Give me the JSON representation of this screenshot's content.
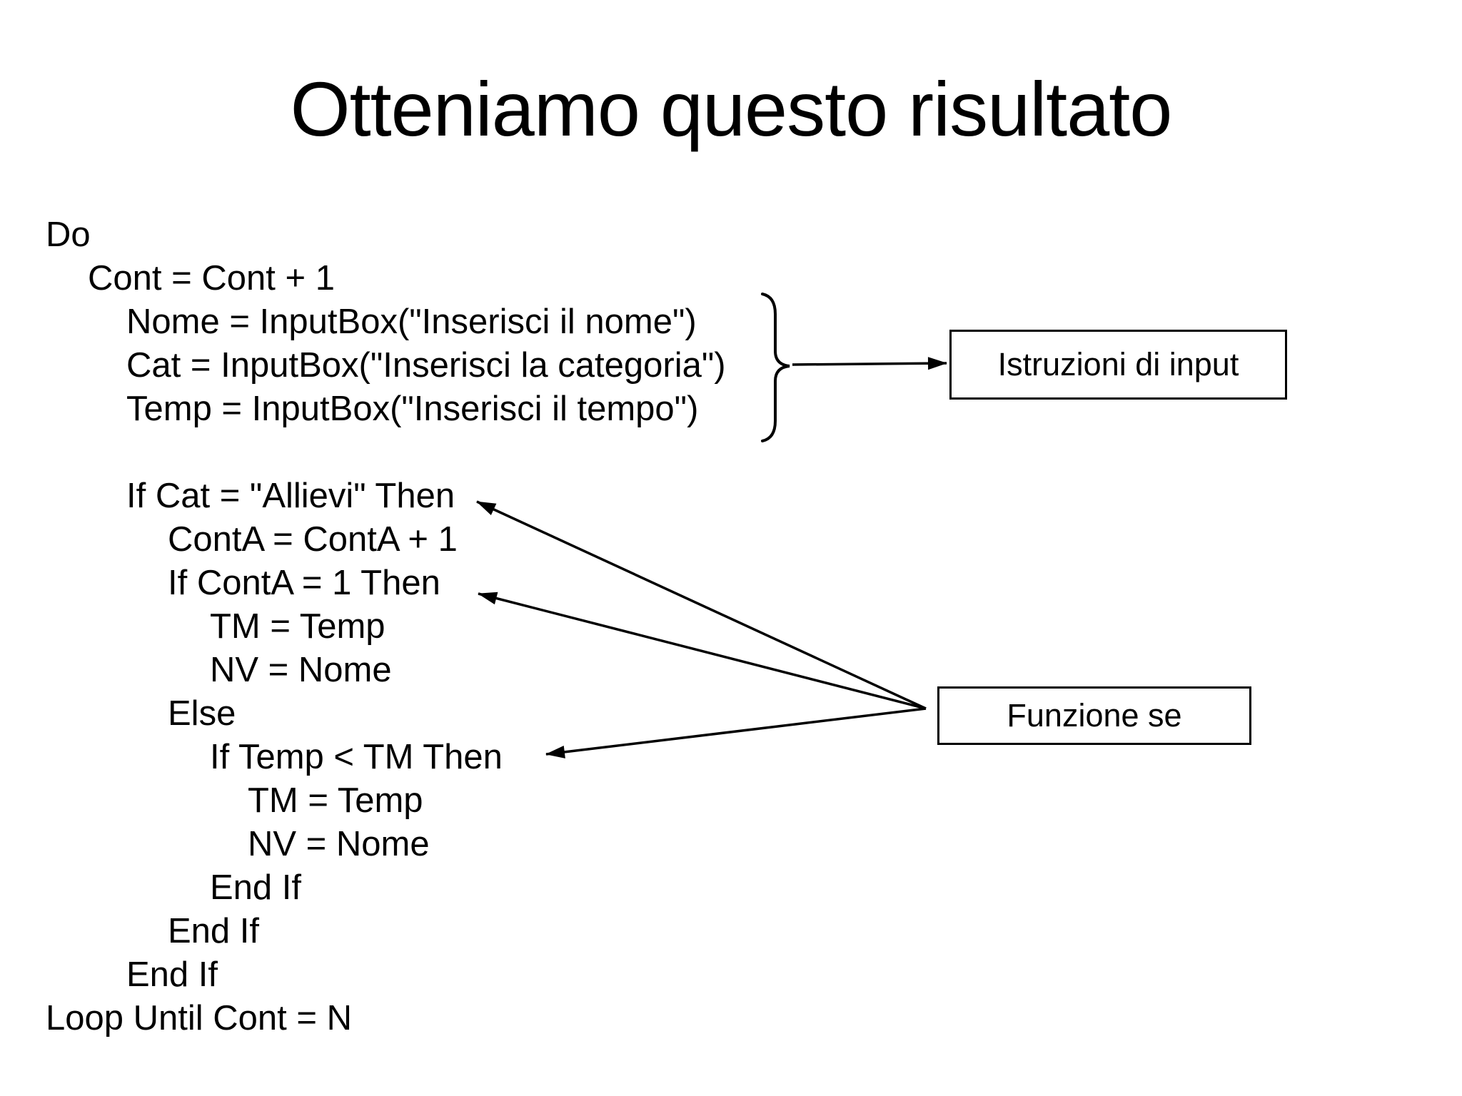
{
  "slide_title": "Otteniamo questo risultato",
  "code": {
    "lines": [
      "Do",
      "Cont = Cont + 1",
      "Nome = InputBox(\"Inserisci il nome\")",
      "Cat = InputBox(\"Inserisci la categoria\")",
      "Temp = InputBox(\"Inserisci il tempo\")",
      "",
      "If Cat = \"Allievi\" Then",
      "ContA = ContA + 1",
      "If ContA = 1 Then",
      "TM = Temp",
      "NV = Nome",
      "Else",
      "If Temp < TM Then",
      "TM = Temp",
      "NV = Nome",
      "End If",
      "End If",
      "End If",
      "Loop Until Cont = N"
    ]
  },
  "callouts": {
    "input": {
      "label": "Istruzioni di input"
    },
    "se": {
      "label": "Funzione se"
    }
  },
  "colors": {
    "text": "#000000",
    "background": "#ffffff",
    "line": "#000000"
  }
}
